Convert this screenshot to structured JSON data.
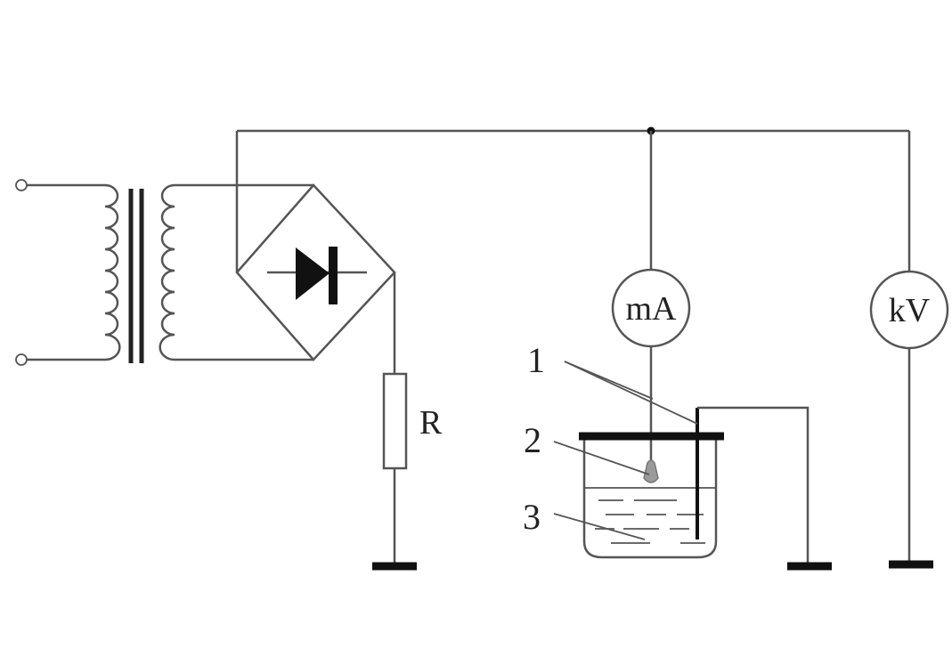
{
  "meters": {
    "milliammeter": "mA",
    "kilovoltmeter": "kV"
  },
  "resistor": {
    "label": "R"
  },
  "callouts": [
    {
      "label": "1"
    },
    {
      "label": "2"
    },
    {
      "label": "3"
    }
  ]
}
